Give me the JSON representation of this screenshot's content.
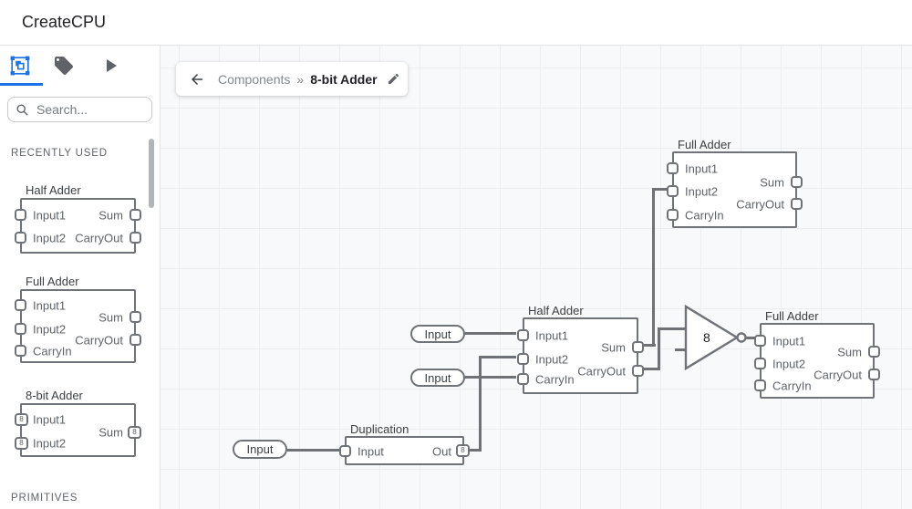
{
  "header": {
    "title": "CreateCPU"
  },
  "sidebar": {
    "tabs": [
      {
        "icon": "components-icon",
        "active": true
      },
      {
        "icon": "tag-icon",
        "active": false
      },
      {
        "icon": "play-icon",
        "active": false
      }
    ],
    "search": {
      "placeholder": "Search...",
      "icon": "search-icon"
    },
    "sections": {
      "recently_used": "RECENTLY USED",
      "primitives": "PRIMITIVES"
    },
    "previews": [
      {
        "title": "Half Adder",
        "inputs": [
          {
            "label": "Input1"
          },
          {
            "label": "Input2"
          }
        ],
        "outputs": [
          {
            "label": "Sum"
          },
          {
            "label": "CarryOut"
          }
        ]
      },
      {
        "title": "Full Adder",
        "inputs": [
          {
            "label": "Input1"
          },
          {
            "label": "Input2"
          },
          {
            "label": "CarryIn"
          }
        ],
        "outputs": [
          {
            "label": "Sum"
          },
          {
            "label": "CarryOut"
          }
        ]
      },
      {
        "title": "8-bit Adder",
        "inputs": [
          {
            "label": "Input1",
            "badge": "8"
          },
          {
            "label": "Input2",
            "badge": "8"
          }
        ],
        "outputs": [
          {
            "label": "Sum",
            "badge": "8"
          }
        ]
      }
    ]
  },
  "breadcrumb": {
    "back_icon": "arrow-left-icon",
    "parent": "Components",
    "separator": "»",
    "current": "8-bit Adder",
    "edit_icon": "pencil-icon"
  },
  "canvas": {
    "nodes": [
      {
        "title": "Full Adder",
        "inputs": [
          {
            "label": "Input1"
          },
          {
            "label": "Input2"
          },
          {
            "label": "CarryIn"
          }
        ],
        "outputs": [
          {
            "label": "Sum"
          },
          {
            "label": "CarryOut"
          }
        ]
      },
      {
        "title": "Half Adder",
        "inputs": [
          {
            "label": "Input1"
          },
          {
            "label": "Input2"
          },
          {
            "label": "CarryIn"
          }
        ],
        "outputs": [
          {
            "label": "Sum"
          },
          {
            "label": "CarryOut"
          }
        ]
      },
      {
        "title": "Full Adder",
        "inputs": [
          {
            "label": "Input1"
          },
          {
            "label": "Input2"
          },
          {
            "label": "CarryIn"
          }
        ],
        "outputs": [
          {
            "label": "Sum"
          },
          {
            "label": "CarryOut"
          }
        ]
      },
      {
        "title": "Duplication",
        "inputs": [
          {
            "label": "Input"
          }
        ],
        "outputs": [
          {
            "label": "Out",
            "badge": "8"
          }
        ]
      }
    ],
    "pins": [
      {
        "label": "Input"
      },
      {
        "label": "Input"
      },
      {
        "label": "Input"
      }
    ],
    "not_gate": {
      "bit_width": "8"
    }
  },
  "colors": {
    "accent": "#1a73e8",
    "wire": "#6e7276",
    "icon_gray": "#5f6368"
  }
}
